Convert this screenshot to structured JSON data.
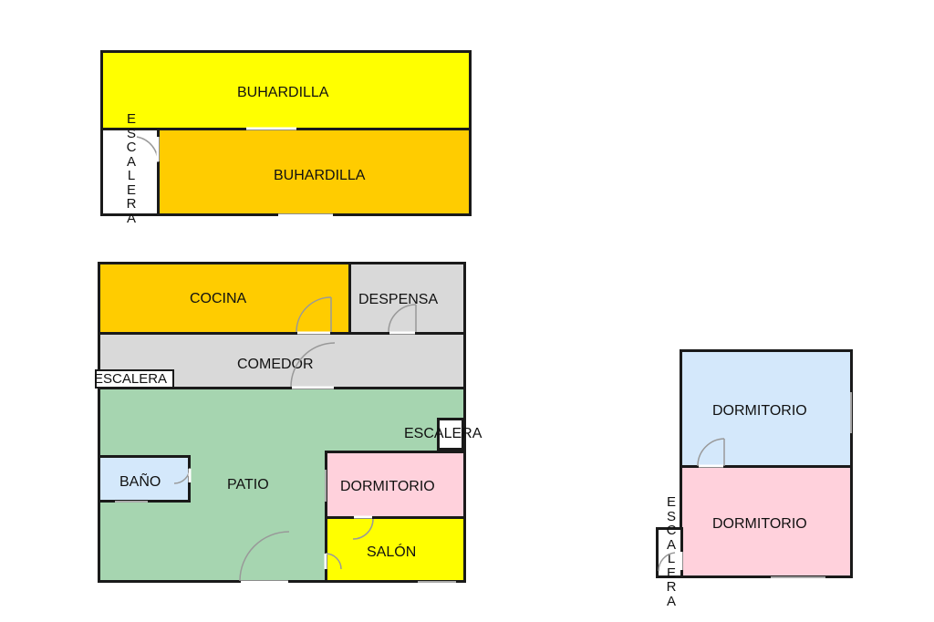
{
  "colors": {
    "yellow": "#ffff00",
    "orange": "#ffcc00",
    "gray": "#d9d9d9",
    "green": "#a6d5b0",
    "blue": "#d4e8fb",
    "pink": "#ffd1dc",
    "white": "#ffffff"
  },
  "upper_floor": {
    "buhardilla_top": "BUHARDILLA",
    "buhardilla_bottom": "BUHARDILLA",
    "escalera": "ESCALERA"
  },
  "ground_floor": {
    "cocina": "COCINA",
    "despensa": "DESPENSA",
    "comedor": "COMEDOR",
    "escalera_left": "ESCALERA",
    "escalera_right": "ESCALERA",
    "bano": "BAÑO",
    "patio": "PATIO",
    "dormitorio": "DORMITORIO",
    "salon": "SALÓN"
  },
  "annex": {
    "dormitorio_top": "DORMITORIO",
    "dormitorio_bottom": "DORMITORIO",
    "escalera": "ESCALERA"
  }
}
